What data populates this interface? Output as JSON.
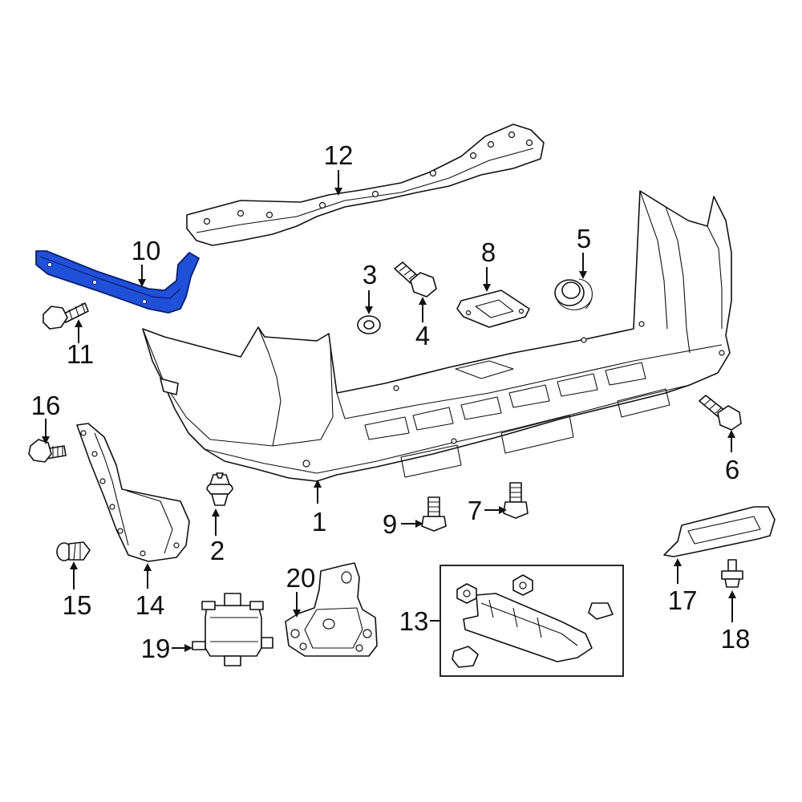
{
  "highlight_color": "#2050d8",
  "line_color": "#111111",
  "highlighted_part": "10",
  "callouts": {
    "c1": "1",
    "c2": "2",
    "c3": "3",
    "c4": "4",
    "c5": "5",
    "c6": "6",
    "c7": "7",
    "c8": "8",
    "c9": "9",
    "c10": "10",
    "c11": "11",
    "c12": "12",
    "c13": "13",
    "c14": "14",
    "c15": "15",
    "c16": "16",
    "c17": "17",
    "c18": "18",
    "c19": "19",
    "c20": "20"
  }
}
